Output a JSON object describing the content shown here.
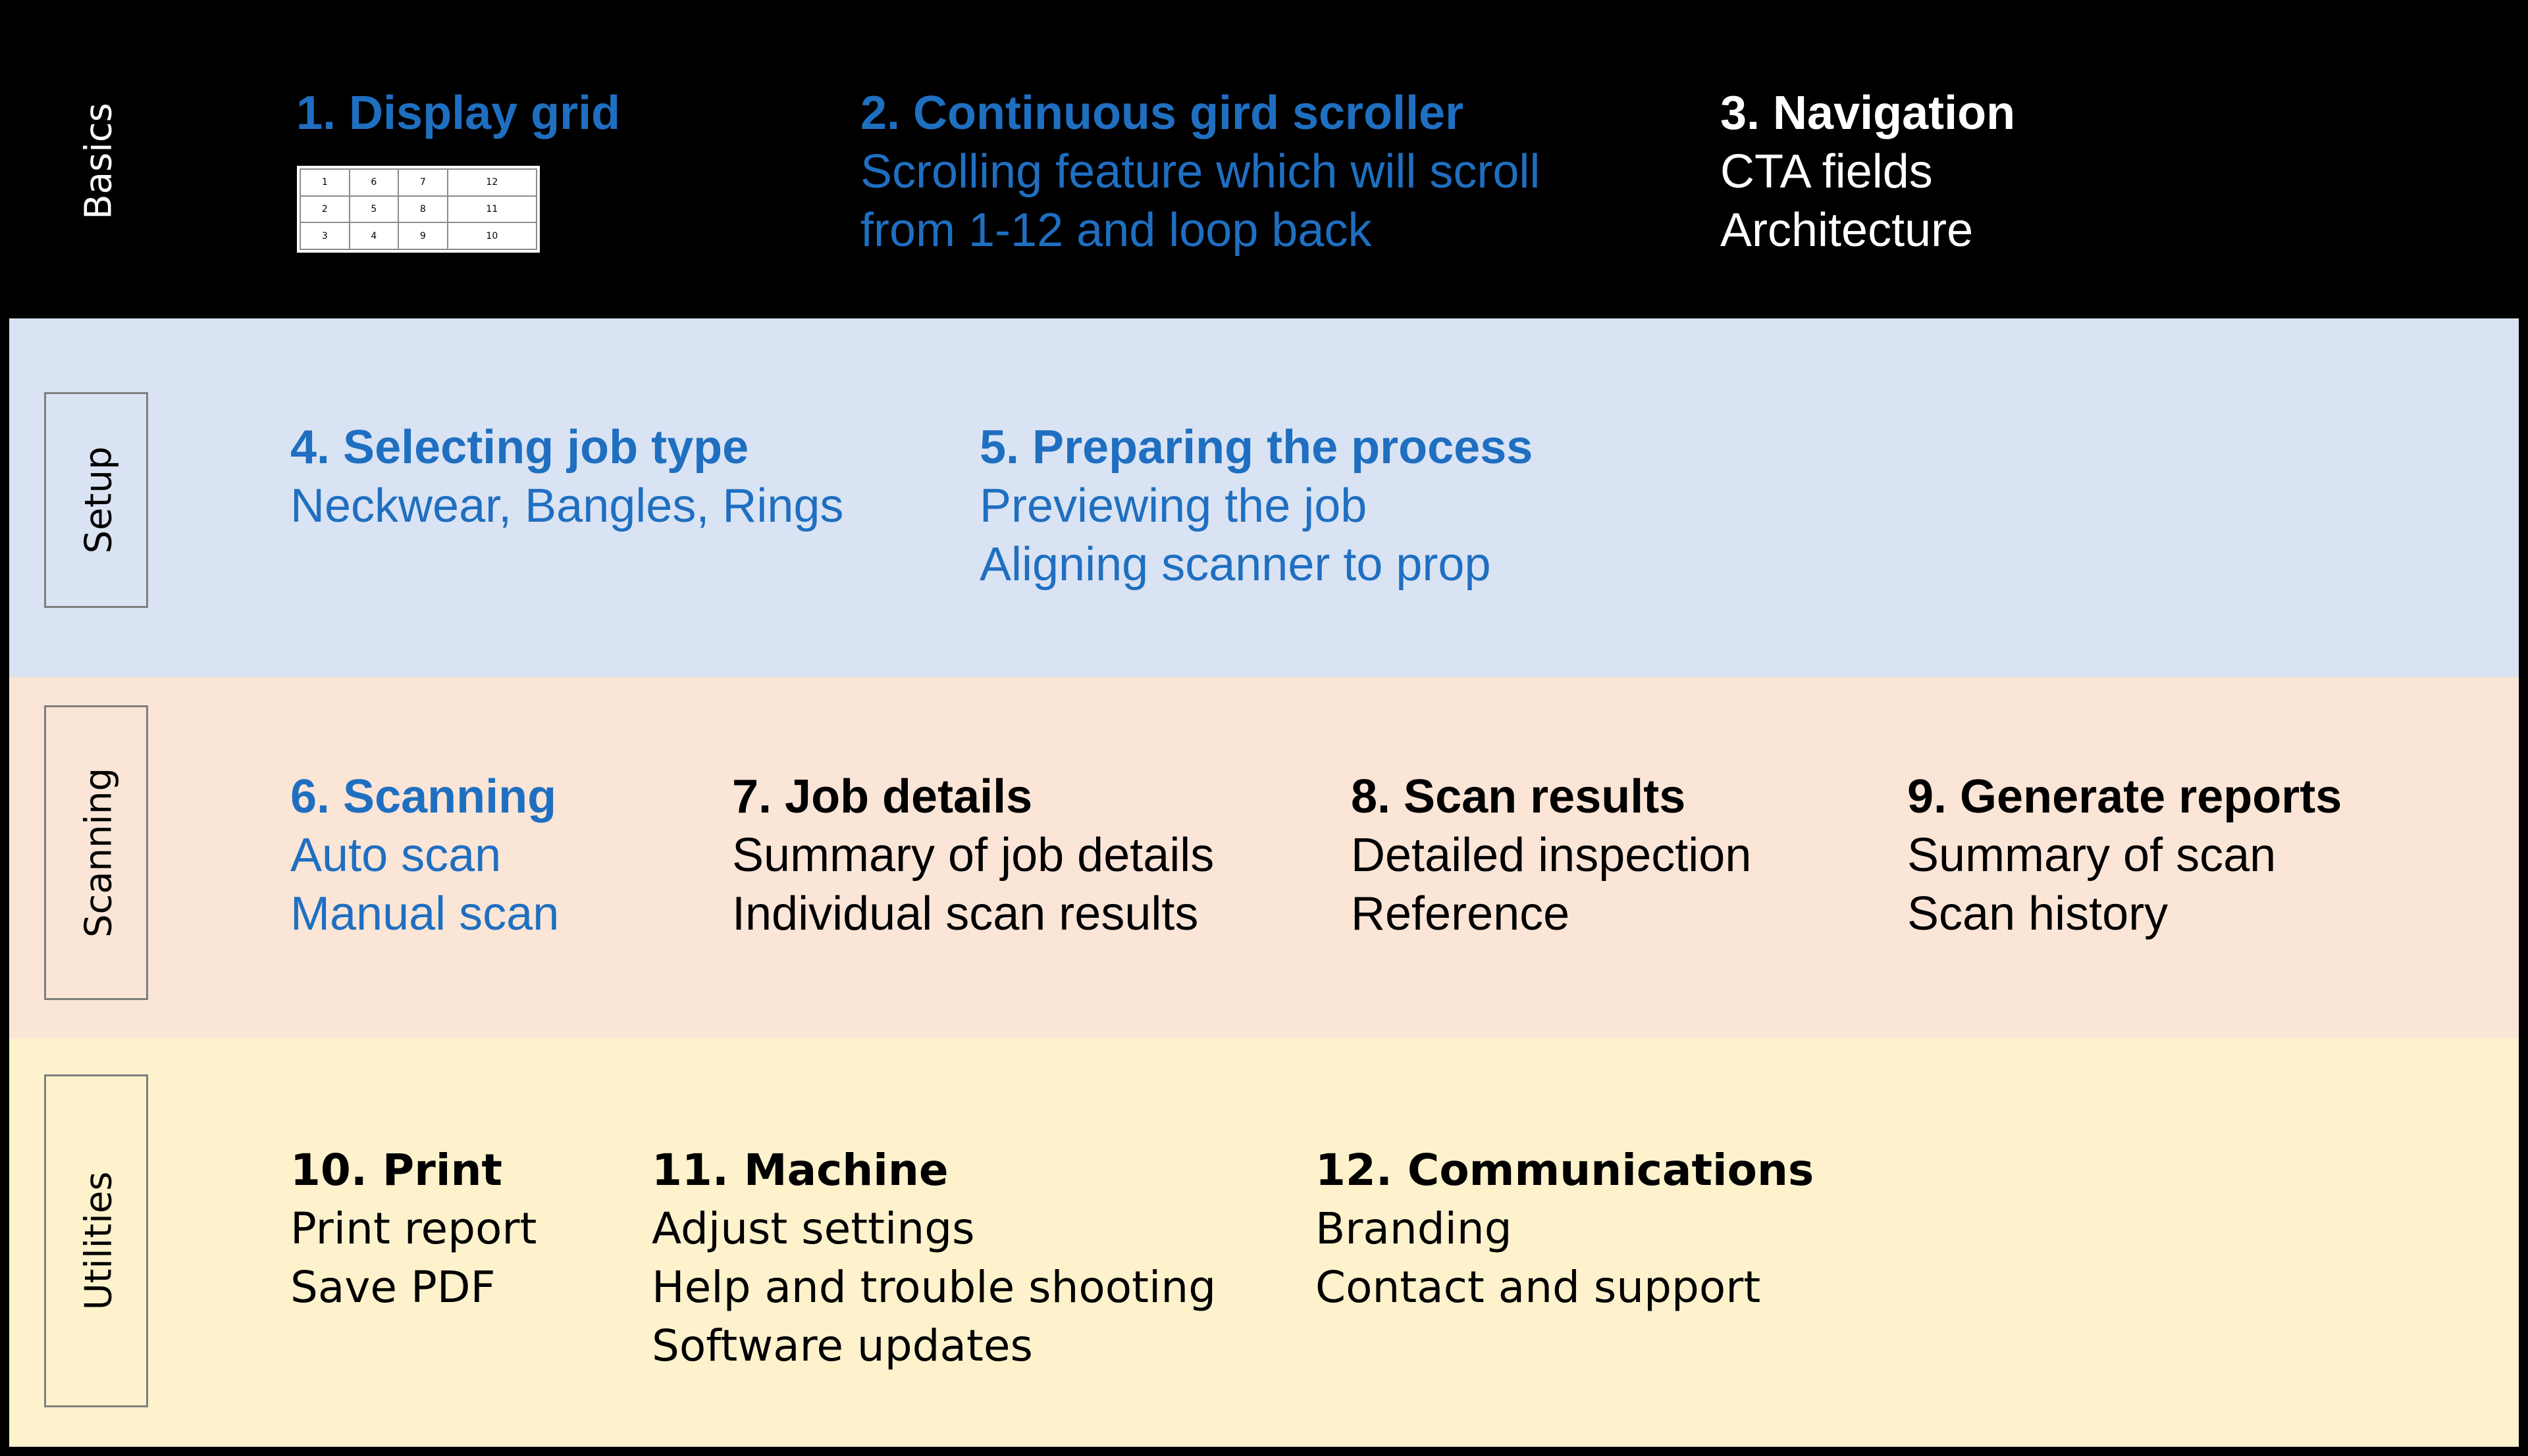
{
  "sections": {
    "basics": {
      "label": "Basics",
      "items": [
        {
          "title": "1. Display grid",
          "lines": []
        },
        {
          "title": "2. Continuous gird scroller",
          "lines": [
            "Scrolling feature which will scroll",
            "from 1-12 and loop back"
          ]
        },
        {
          "title": "3. Navigation",
          "lines": [
            "CTA fields",
            "Architecture"
          ]
        }
      ],
      "grid": [
        [
          "1",
          "6",
          "7",
          "12"
        ],
        [
          "2",
          "5",
          "8",
          "11"
        ],
        [
          "3",
          "4",
          "9",
          "10"
        ]
      ]
    },
    "setup": {
      "label": "Setup",
      "items": [
        {
          "title": "4. Selecting job type",
          "lines": [
            "Neckwear, Bangles, Rings"
          ]
        },
        {
          "title": "5. Preparing the process",
          "lines": [
            "Previewing the job",
            "Aligning scanner to prop"
          ]
        }
      ]
    },
    "scanning": {
      "label": "Scanning",
      "items": [
        {
          "title": "6. Scanning",
          "lines": [
            "Auto scan",
            "Manual scan"
          ]
        },
        {
          "title": "7. Job details",
          "lines": [
            "Summary of job details",
            "Individual scan results"
          ]
        },
        {
          "title": "8. Scan results",
          "lines": [
            "Detailed inspection",
            "Reference"
          ]
        },
        {
          "title": "9. Generate reports",
          "lines": [
            "Summary of scan",
            "Scan history"
          ]
        }
      ]
    },
    "utilities": {
      "label": "Utilities",
      "items": [
        {
          "title": "10. Print",
          "lines": [
            "Print report",
            "Save PDF"
          ]
        },
        {
          "title": "11. Machine",
          "lines": [
            "Adjust settings",
            "Help and trouble shooting",
            "Software updates"
          ]
        },
        {
          "title": "12. Communications",
          "lines": [
            "Branding",
            "Contact and support"
          ]
        }
      ]
    }
  },
  "colors": {
    "blue_text": "#1f6fc1",
    "basics_bg": "#000000",
    "setup_bg": "#dae3f3",
    "scanning_bg": "#fae5d7",
    "utilities_bg": "#fdf2cc"
  }
}
